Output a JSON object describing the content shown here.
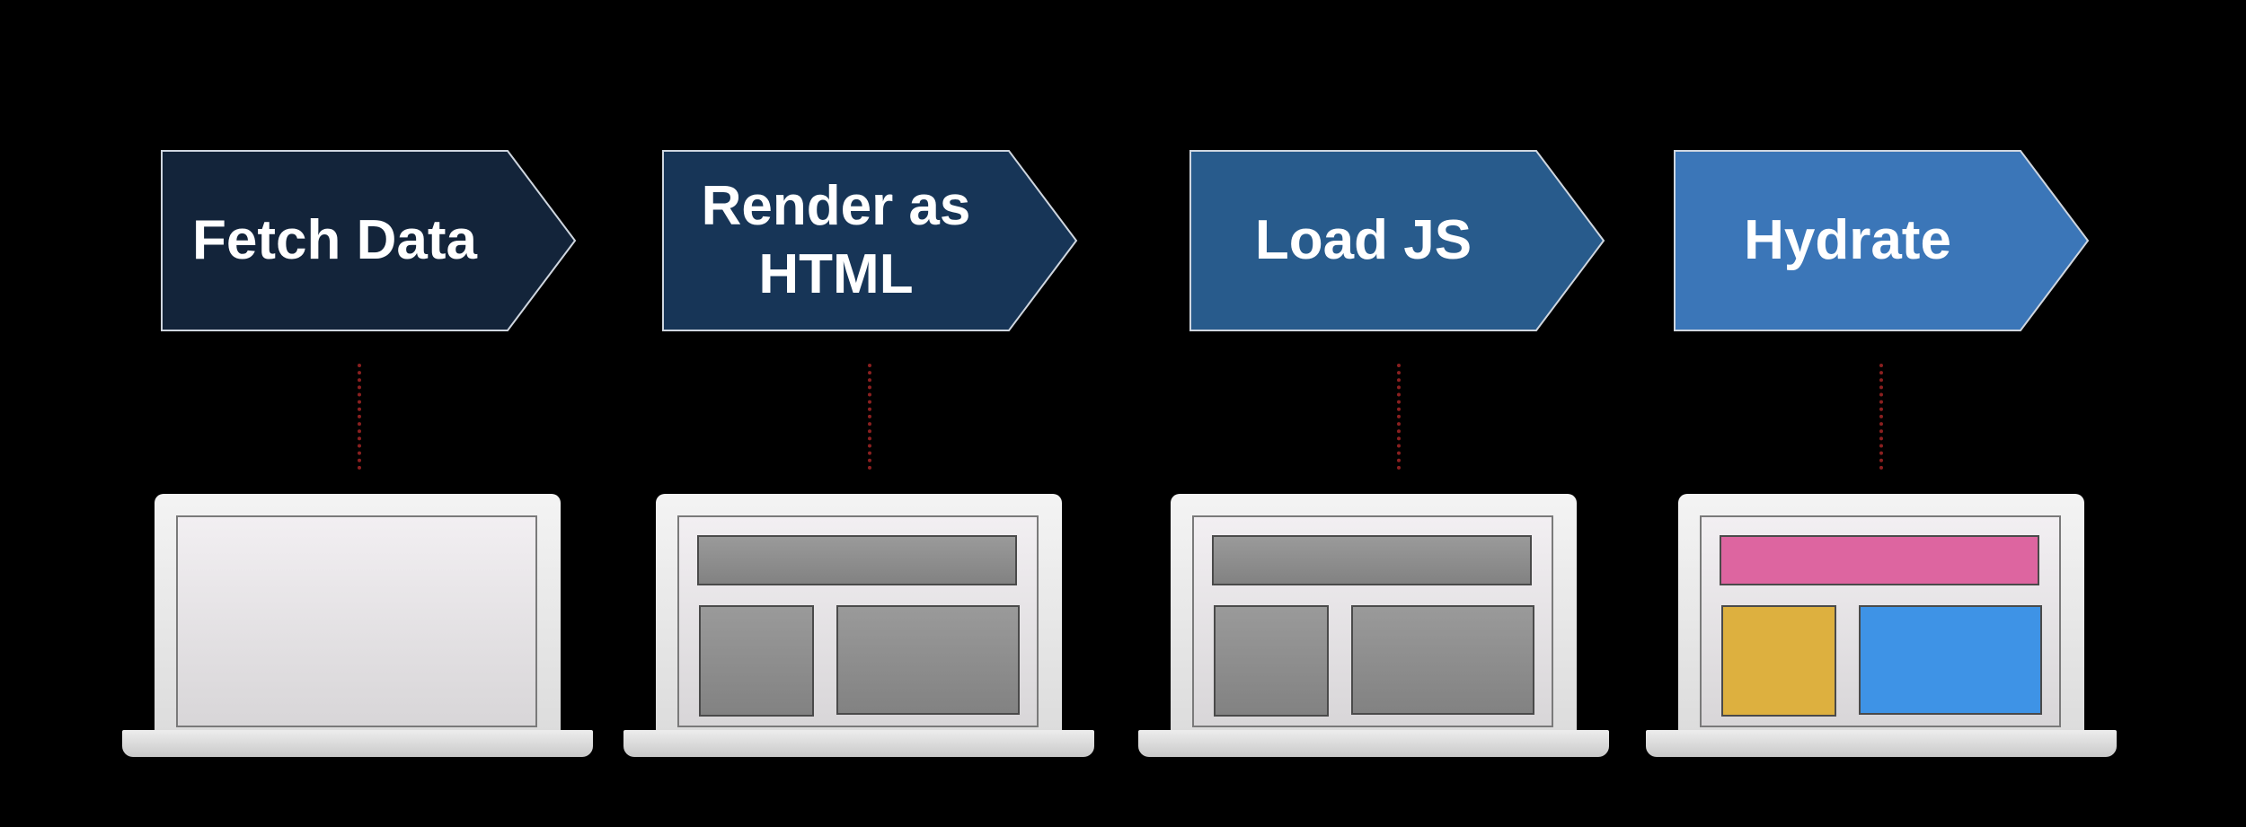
{
  "steps": [
    {
      "label": "Fetch Data",
      "color": "#13243a",
      "screen_state": "empty",
      "blocks": []
    },
    {
      "label": "Render as\nHTML",
      "color": "#173557",
      "screen_state": "rendered-grey",
      "blocks": [
        "grey",
        "grey",
        "grey"
      ]
    },
    {
      "label": "Load JS",
      "color": "#285b8c",
      "screen_state": "rendered-grey",
      "blocks": [
        "grey",
        "grey",
        "grey"
      ]
    },
    {
      "label": "Hydrate",
      "color": "#3b76b8",
      "screen_state": "hydrated-color",
      "blocks": [
        "pink",
        "gold",
        "blue"
      ]
    }
  ],
  "colors": {
    "background": "#000000",
    "connector": "#8a1f1f",
    "hydrated_header": "#dd65a0",
    "hydrated_side": "#ddb03f",
    "hydrated_main": "#3e93e6",
    "unhydrated_block": "#8d8d8d"
  }
}
